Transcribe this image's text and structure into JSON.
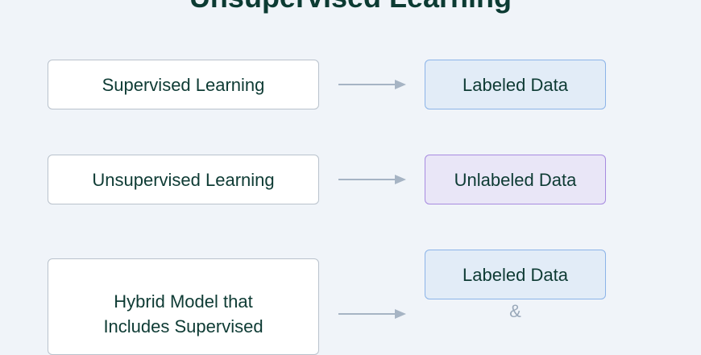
{
  "title": "Unsupervised Learning",
  "rows": [
    {
      "left": "Supervised Learning",
      "right": "Labeled Data"
    },
    {
      "left": "Unsupervised Learning",
      "right": "Unlabeled Data"
    },
    {
      "left_lines": [
        "Hybrid Model that",
        "Includes Supervised"
      ],
      "right": "Labeled Data",
      "connector": "&"
    }
  ]
}
